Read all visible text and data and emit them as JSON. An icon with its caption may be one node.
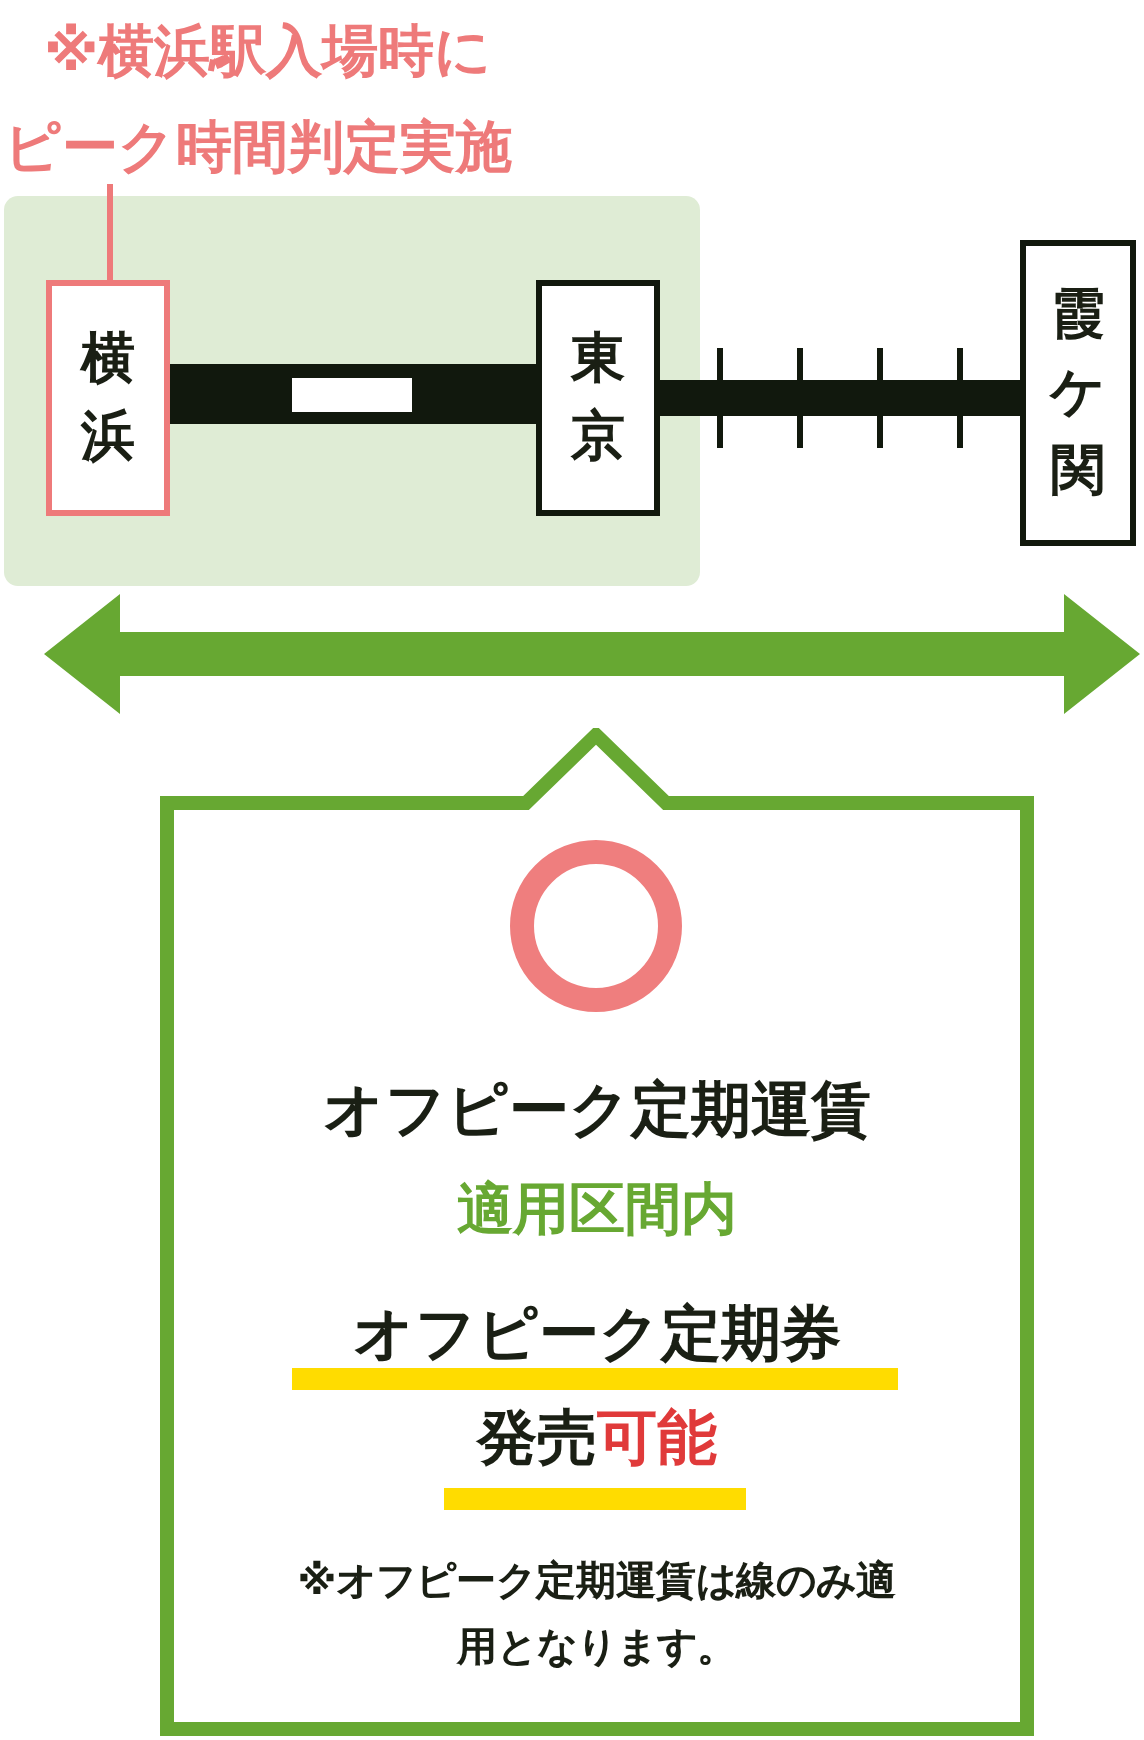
{
  "diagram": {
    "nodes": [
      {
        "text": [
          "※横浜駅入場時にピーク時間判定実施"
        ]
      },
      {
        "text": [
          "横浜"
        ]
      },
      {
        "text": [
          "東京"
        ]
      },
      {
        "text": [
          "霞ケ関"
        ]
      },
      {
        "text": [
          "オフピーク定期運賃",
          "適用区間内",
          "オフピーク定期券",
          "発売",
          "可能",
          "※オフピーク定期運賃は線のみ適用となります。"
        ]
      }
    ],
    "edges": [
      {
        "from": 0,
        "to": 1,
        "arrow": "none",
        "color": "#ee7a7a"
      },
      {
        "from": 1,
        "to": 2,
        "arrow": "none"
      },
      {
        "from": 2,
        "to": 3,
        "arrow": "none"
      },
      {
        "from": 1,
        "to": 3,
        "arrow": "both",
        "style": "thick",
        "color": "#67a832"
      }
    ]
  }
}
